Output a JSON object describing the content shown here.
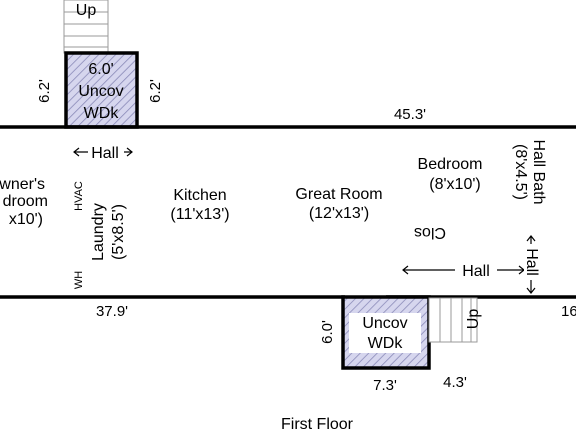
{
  "colors": {
    "wall": "#000000",
    "deck_fill": "#d6d6ee",
    "deck_hatch": "#8a8ab8",
    "stair": "#9a9a9a"
  },
  "labels": {
    "up_top": "Up",
    "deck_top_size": "6.0'",
    "deck_top_line1": "Uncov",
    "deck_top_line2": "WDk",
    "dim_top_left": "6.2'",
    "dim_top_right": "6.2'",
    "dim_top_wall": "45.3'",
    "hall_top": "Hall",
    "owners_line1": "wner's",
    "owners_line2": "droom",
    "owners_line3": "x10')",
    "hvac": "HVAC",
    "wh": "WH",
    "laundry_line1": "Laundry",
    "laundry_line2": "(5'x8.5')",
    "kitchen_line1": "Kitchen",
    "kitchen_line2": "(11'x13')",
    "great_line1": "Great Room",
    "great_line2": "(12'x13')",
    "bedroom_line1": "Bedroom",
    "bedroom_line2": "(8'x10')",
    "clos": "Clos",
    "hallbath_line1": "Hall Bath",
    "hallbath_line2": "(8'x4.5')",
    "hall_mid": "Hall",
    "hall_right": "Hall",
    "dim_bottom_left": "37.9'",
    "deck_bot_size": "6.0'",
    "deck_bot_line1": "Uncov",
    "deck_bot_line2": "WDk",
    "up_bottom": "Up",
    "dim_bottom_right": "16",
    "dim_deck_bot_width": "7.3'",
    "dim_stair_bot": "4.3'",
    "floor_title": "First Floor"
  }
}
